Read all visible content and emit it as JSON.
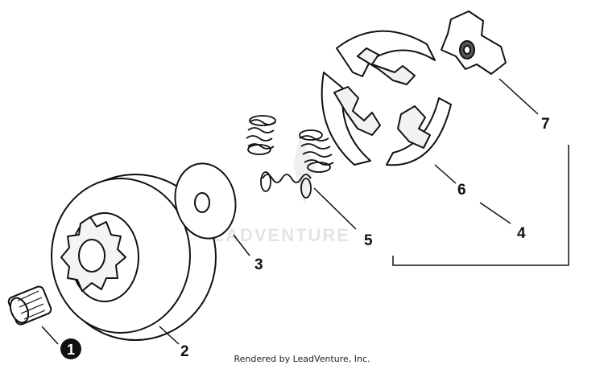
{
  "diagram": {
    "watermark": "LEADVENTURE",
    "footer": "Rendered by LeadVenture, Inc.",
    "callouts": {
      "c1": "1",
      "c2": "2",
      "c3": "3",
      "c4": "4",
      "c5": "5",
      "c6": "6",
      "c7": "7"
    }
  }
}
